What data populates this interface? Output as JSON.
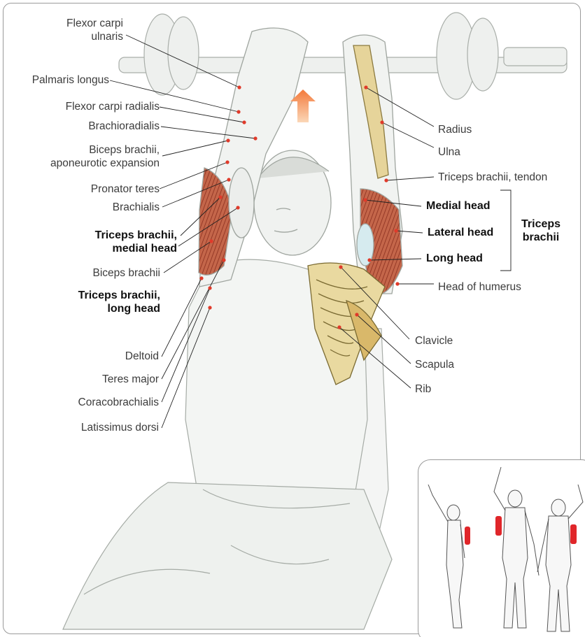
{
  "labels_left": [
    {
      "id": "flexor-carpi-ulnaris",
      "text": "Flexor carpi\nulnaris",
      "bold": false
    },
    {
      "id": "palmaris-longus",
      "text": "Palmaris longus",
      "bold": false
    },
    {
      "id": "flexor-carpi-radialis",
      "text": "Flexor carpi radialis",
      "bold": false
    },
    {
      "id": "brachioradialis",
      "text": "Brachioradialis",
      "bold": false
    },
    {
      "id": "biceps-aponeurotic",
      "text": "Biceps brachii,\naponeurotic expansion",
      "bold": false
    },
    {
      "id": "pronator-teres",
      "text": "Pronator teres",
      "bold": false
    },
    {
      "id": "brachialis",
      "text": "Brachialis",
      "bold": false
    },
    {
      "id": "triceps-medial-left",
      "text": "Triceps brachii,\nmedial head",
      "bold": true
    },
    {
      "id": "biceps-brachii",
      "text": "Biceps brachii",
      "bold": false
    },
    {
      "id": "triceps-long-left",
      "text": "Triceps brachii,\nlong head",
      "bold": true
    },
    {
      "id": "deltoid",
      "text": "Deltoid",
      "bold": false
    },
    {
      "id": "teres-major",
      "text": "Teres major",
      "bold": false
    },
    {
      "id": "coracobrachialis",
      "text": "Coracobrachialis",
      "bold": false
    },
    {
      "id": "latissimus-dorsi",
      "text": "Latissimus dorsi",
      "bold": false
    }
  ],
  "labels_right": [
    {
      "id": "radius",
      "text": "Radius",
      "bold": false
    },
    {
      "id": "ulna",
      "text": "Ulna",
      "bold": false
    },
    {
      "id": "triceps-tendon",
      "text": "Triceps brachii, tendon",
      "bold": false
    },
    {
      "id": "medial-head",
      "text": "Medial head",
      "bold": true
    },
    {
      "id": "lateral-head",
      "text": "Lateral head",
      "bold": true
    },
    {
      "id": "long-head",
      "text": "Long head",
      "bold": true
    },
    {
      "id": "head-of-humerus",
      "text": "Head of humerus",
      "bold": false
    },
    {
      "id": "clavicle",
      "text": "Clavicle",
      "bold": false
    },
    {
      "id": "scapula",
      "text": "Scapula",
      "bold": false
    },
    {
      "id": "rib",
      "text": "Rib",
      "bold": false
    }
  ],
  "group_label": "Triceps\nbrachii",
  "colors": {
    "muscle": "#b5523a",
    "bone": "#e6d49a",
    "marker": "#e03a2a",
    "arrow": "#f08a4b",
    "sketch": "#c8cdc6"
  }
}
